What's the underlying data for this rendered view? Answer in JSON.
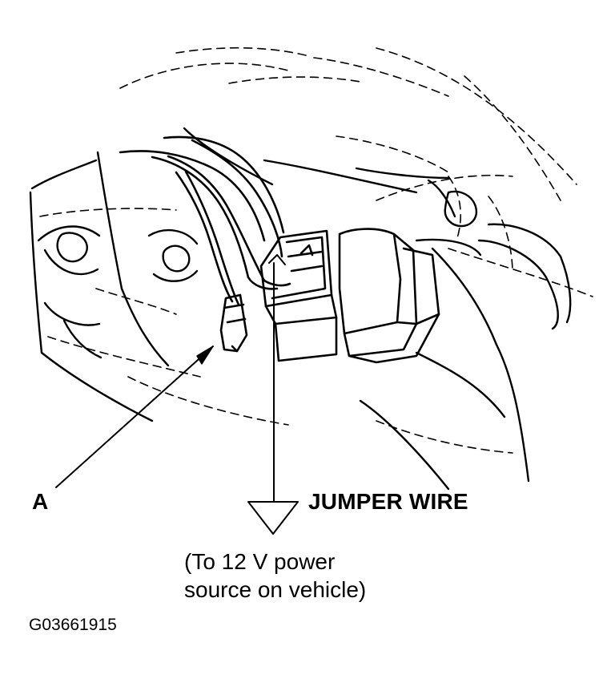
{
  "labels": {
    "part_a": "A",
    "jumper_wire": "JUMPER WIRE",
    "power_note_line1": "(To 12 V power",
    "power_note_line2": "source on vehicle)",
    "figure_code": "G03661915"
  },
  "colors": {
    "ink": "#000000",
    "paper": "#ffffff"
  }
}
